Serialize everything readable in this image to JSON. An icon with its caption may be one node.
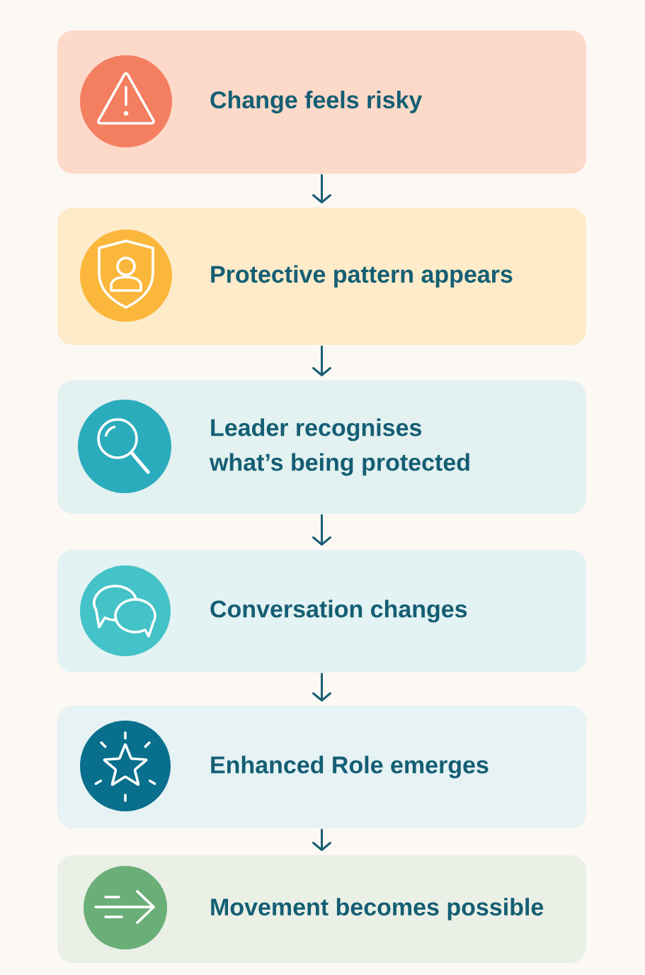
{
  "diagram": {
    "nodes": [
      {
        "text": [
          "Change feels risky"
        ]
      },
      {
        "text": [
          "Protective pattern appears"
        ]
      },
      {
        "text": [
          "Leader recognises what’s being protected"
        ]
      },
      {
        "text": [
          "Conversation changes"
        ]
      },
      {
        "text": [
          "Enhanced Role emerges"
        ]
      },
      {
        "text": [
          "Movement becomes possible"
        ]
      }
    ],
    "edges": [
      {
        "from": 0,
        "to": 1,
        "arrow": "to"
      },
      {
        "from": 1,
        "to": 2,
        "arrow": "to"
      },
      {
        "from": 2,
        "to": 3,
        "arrow": "to"
      },
      {
        "from": 3,
        "to": 4,
        "arrow": "to"
      },
      {
        "from": 4,
        "to": 5,
        "arrow": "to"
      }
    ]
  }
}
